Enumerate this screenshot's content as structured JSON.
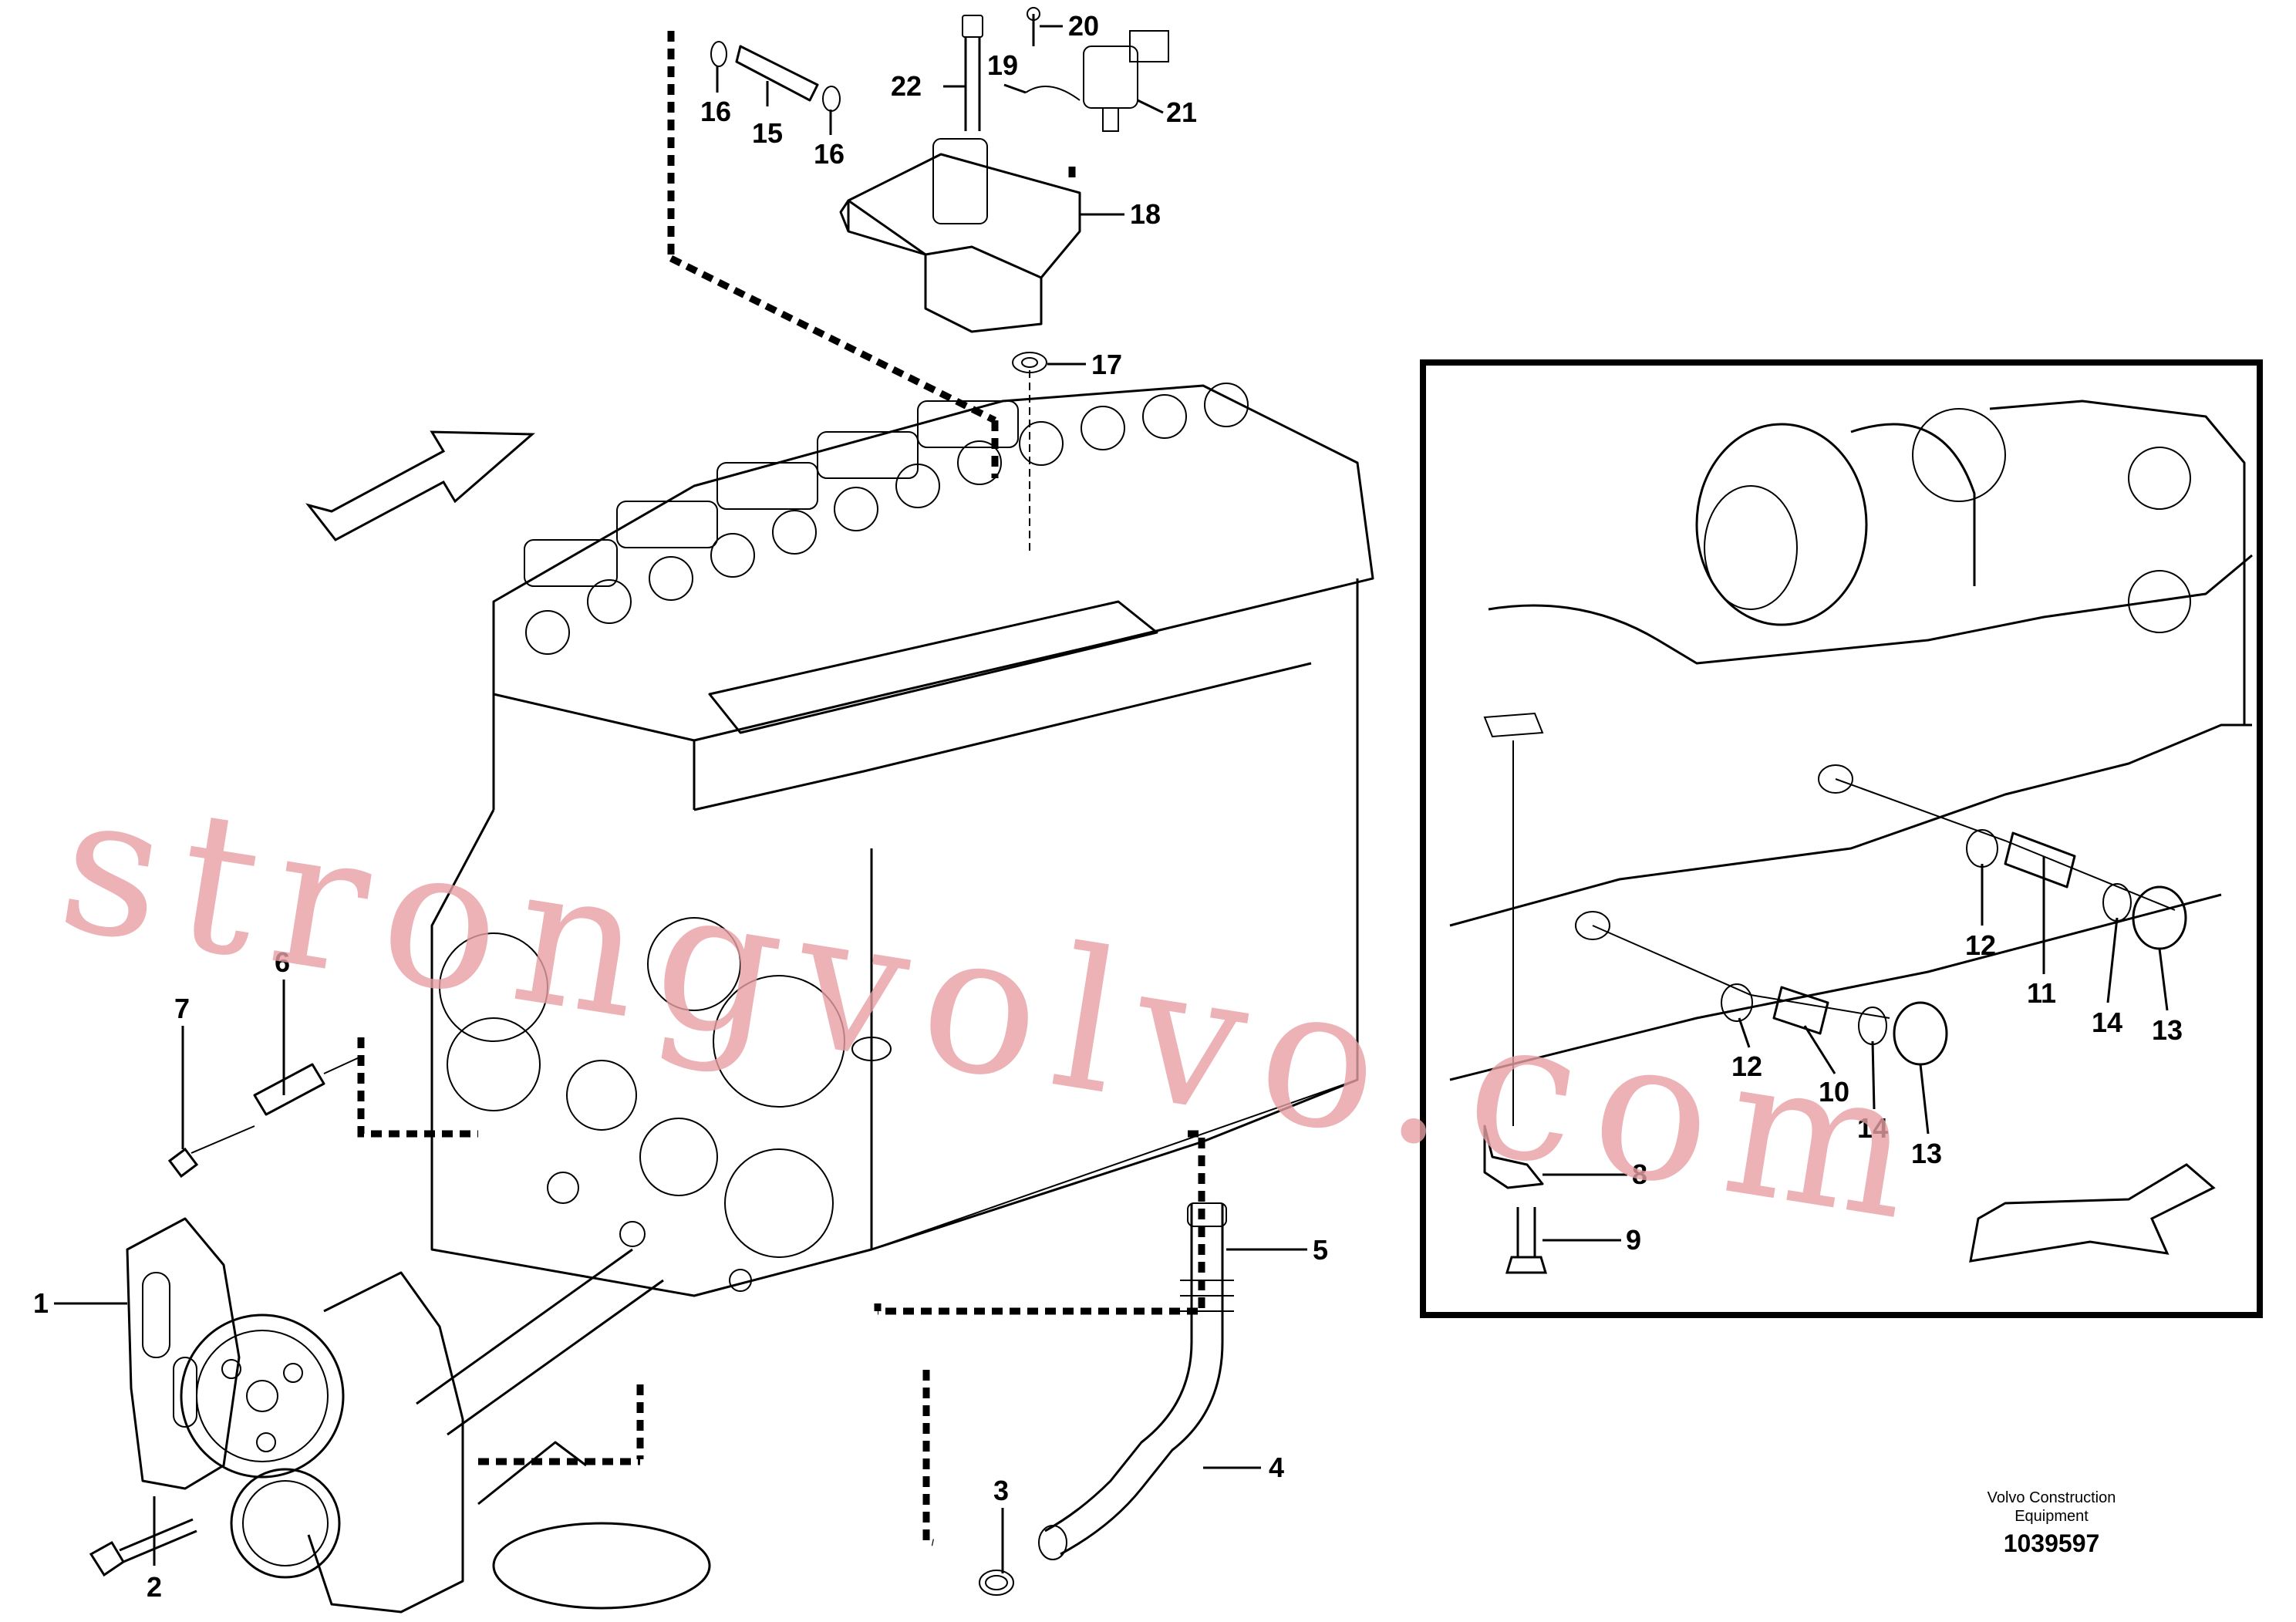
{
  "parts": {
    "p1": "1",
    "p2": "2",
    "p3": "3",
    "p4": "4",
    "p5": "5",
    "p6": "6",
    "p7": "7",
    "p8": "8",
    "p9": "9",
    "p10": "10",
    "p11": "11",
    "p12a": "12",
    "p12b": "12",
    "p13a": "13",
    "p13b": "13",
    "p14a": "14",
    "p14b": "14",
    "p15": "15",
    "p16a": "16",
    "p16b": "16",
    "p17": "17",
    "p18": "18",
    "p19": "19",
    "p20": "20",
    "p21": "21",
    "p22": "22"
  },
  "footer": {
    "brand_line1": "Volvo Construction",
    "brand_line2": "Equipment",
    "drawing_number": "1039597"
  },
  "watermark": "strongvolvo.com"
}
